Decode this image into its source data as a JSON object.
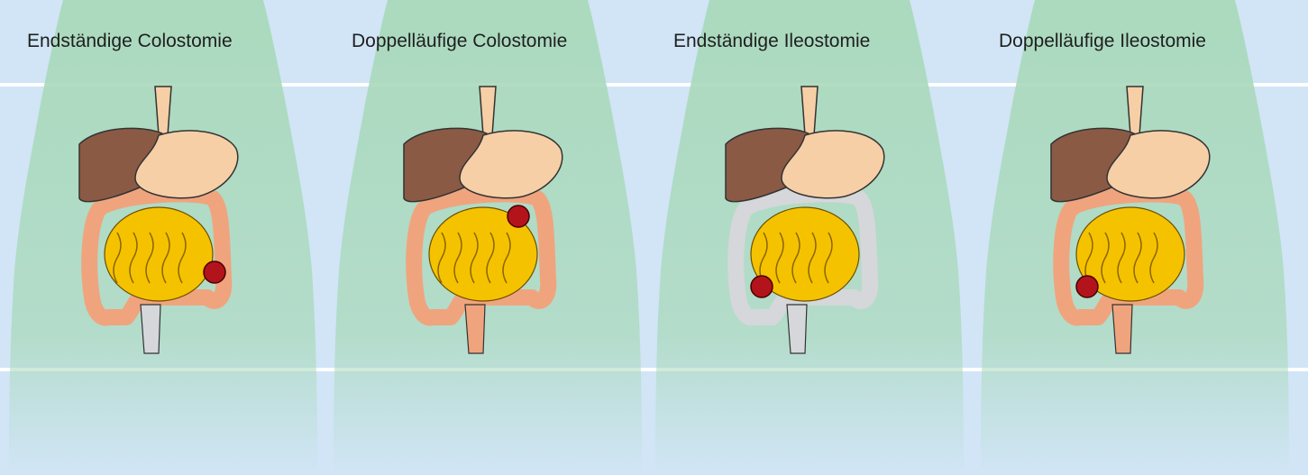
{
  "panels": [
    {
      "title": "Endständige Colostomie",
      "stoma_site": "sigmoid-left-lower"
    },
    {
      "title": "Doppelläufige Colostomie",
      "stoma_site": "transverse-left-upper"
    },
    {
      "title": "Endständige Ileostomie",
      "stoma_site": "ileum-right-lower"
    },
    {
      "title": "Doppelläufige Ileostomie",
      "stoma_site": "ileum-right-lower"
    }
  ],
  "colors": {
    "background": "#d1e5f6",
    "body": "#a9d9bb",
    "liver": "#8b5a45",
    "stomach": "#f6cfa6",
    "small_intestine": "#f5c200",
    "active_colon": "#f0a47e",
    "inactive_colon": "#d5d7da",
    "stoma": "#b3141c"
  }
}
